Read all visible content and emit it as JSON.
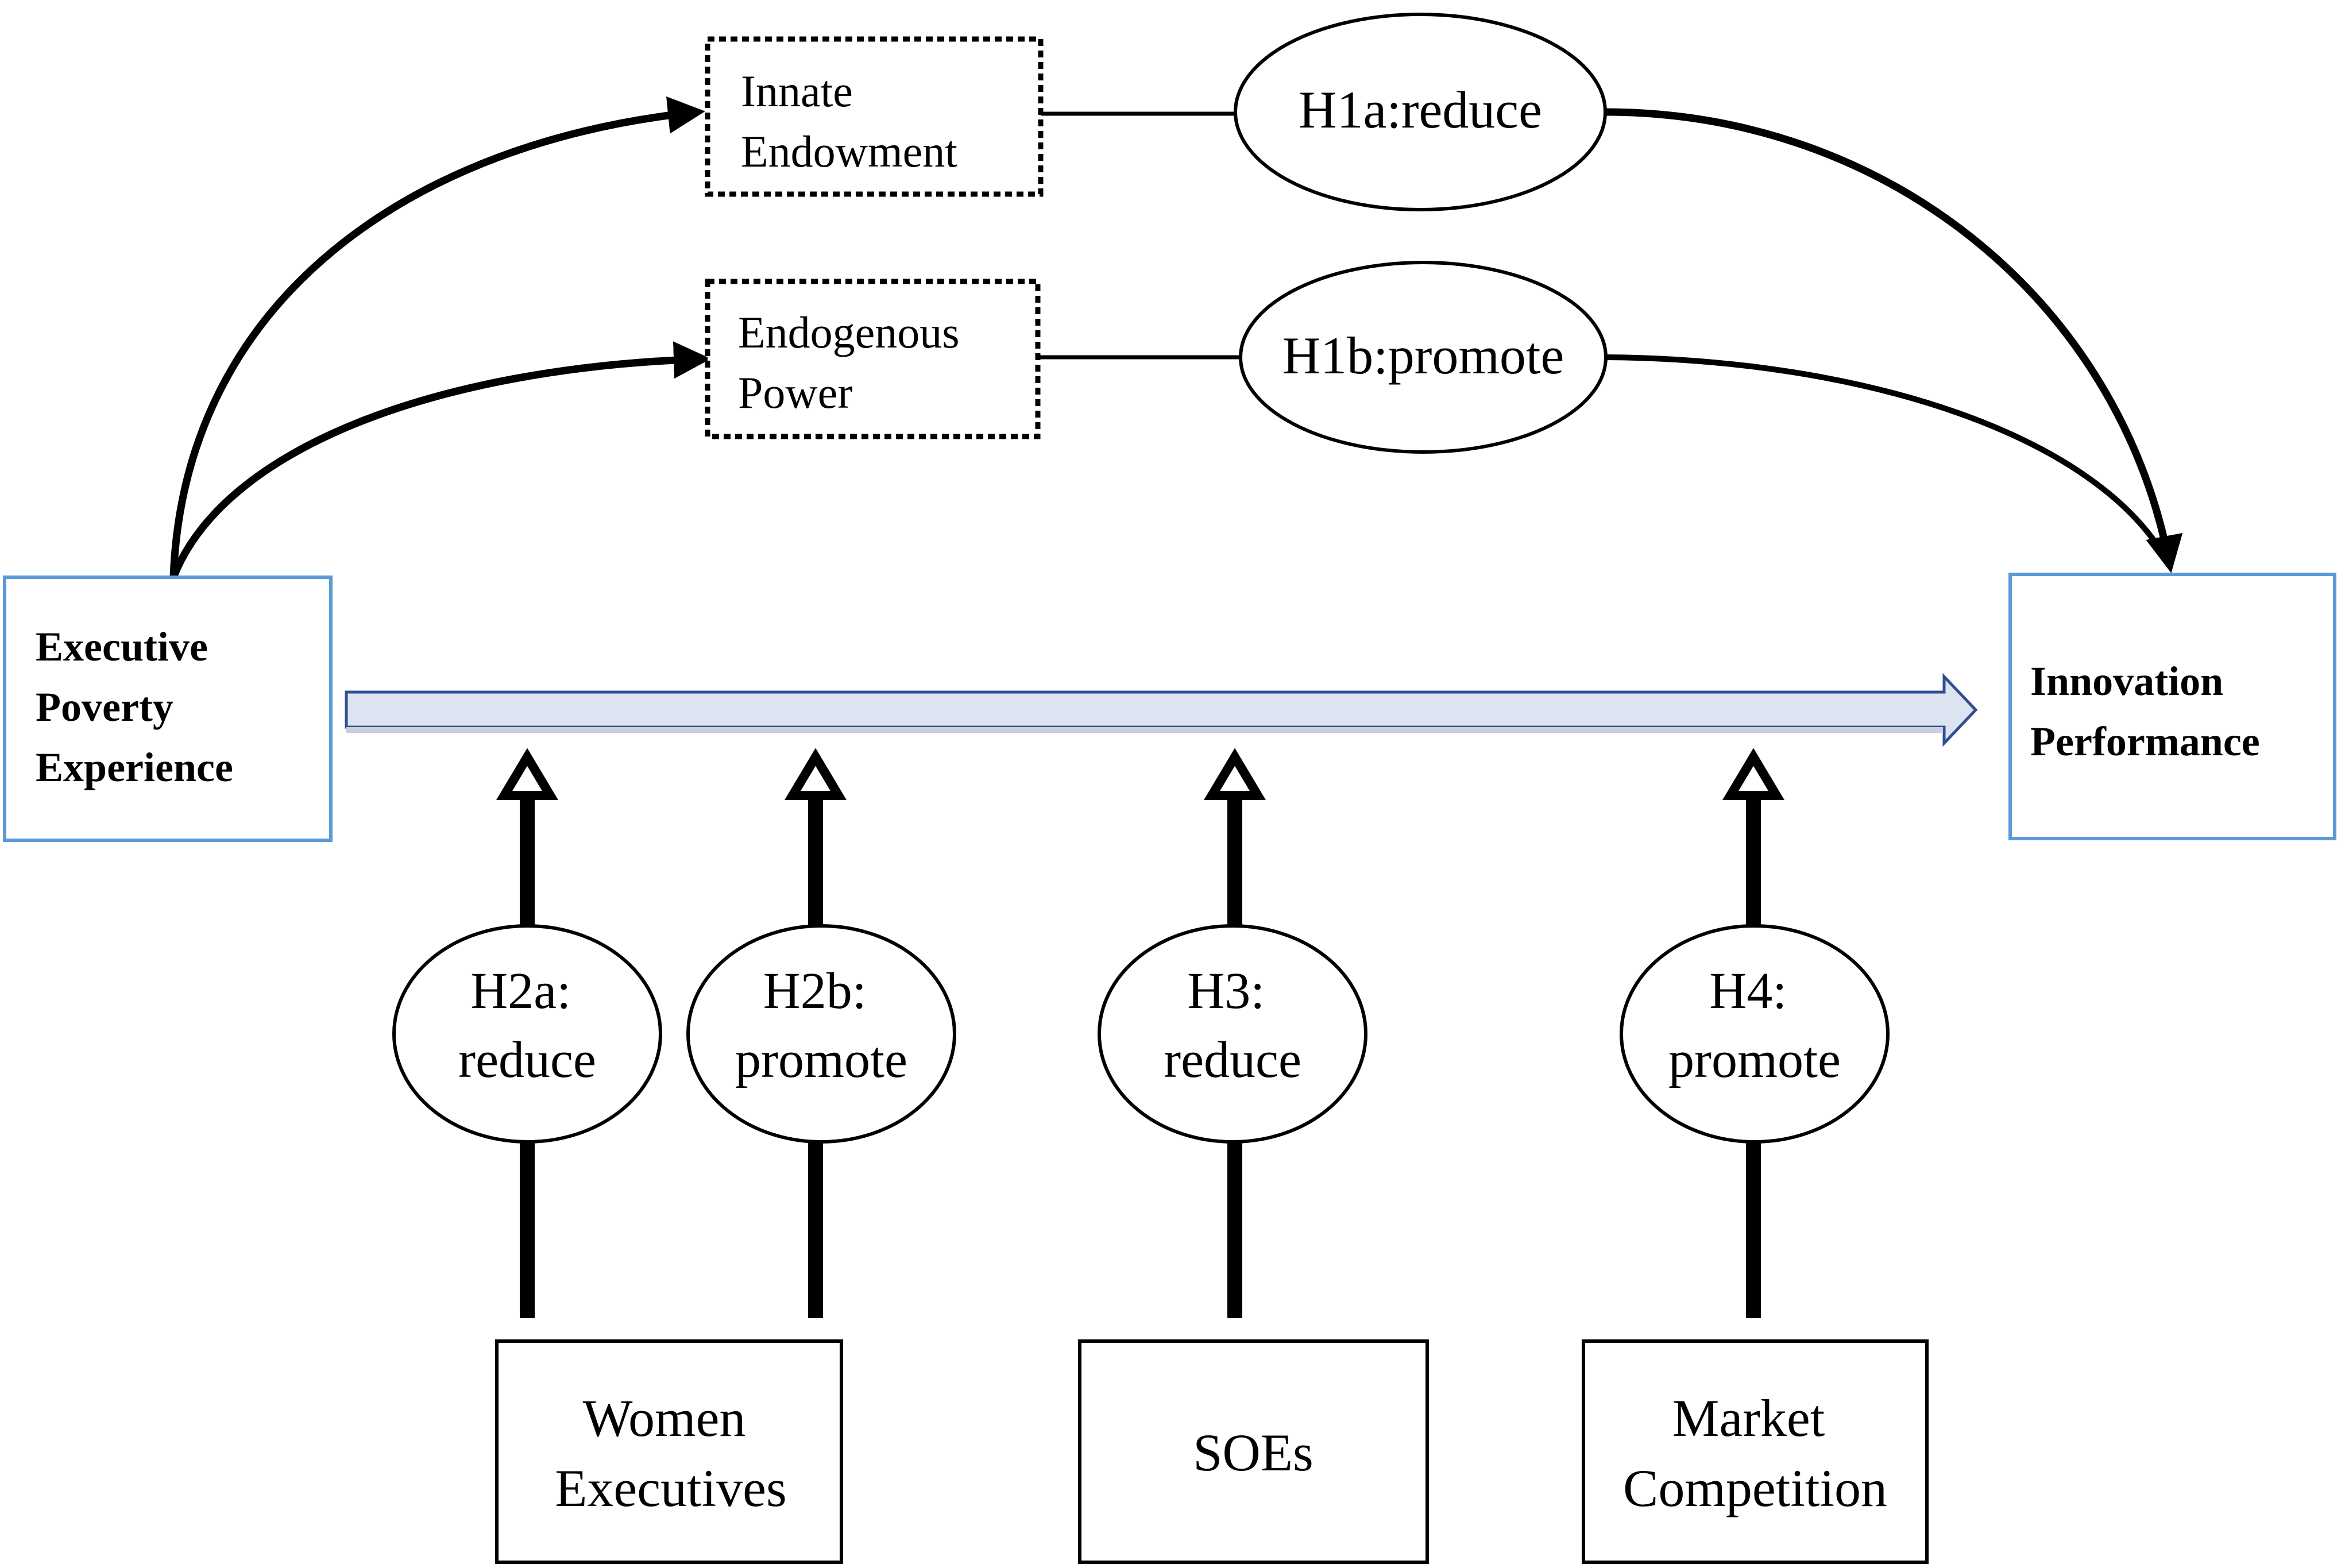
{
  "nodes": {
    "executive_poverty_experience": [
      "Executive",
      "Poverty",
      "Experience"
    ],
    "innovation_performance": [
      "Innovation",
      "Performance"
    ],
    "innate_endowment": [
      "Innate",
      "Endowment"
    ],
    "endogenous_power": [
      "Endogenous",
      "Power"
    ],
    "women_executives": [
      "Women",
      "Executives"
    ],
    "soes": [
      "SOEs"
    ],
    "market_competition": [
      "Market",
      "Competition"
    ]
  },
  "hypotheses": {
    "h1a": [
      "H1a:reduce"
    ],
    "h1b": [
      "H1b:promote"
    ],
    "h2a": [
      "H2a:",
      "reduce"
    ],
    "h2b": [
      "H2b:",
      "promote"
    ],
    "h3": [
      "H3:",
      "reduce"
    ],
    "h4": [
      "H4:",
      "promote"
    ]
  },
  "colors": {
    "box_border_blue": "#5b9bd5",
    "main_arrow_fill": "#dde4f1",
    "main_arrow_stroke": "#2f4f8f",
    "ink": "#000000"
  }
}
